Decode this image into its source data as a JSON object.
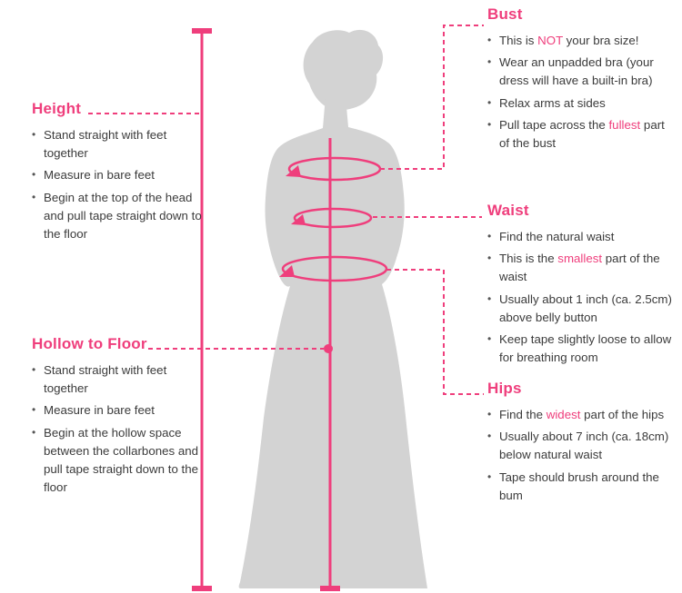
{
  "colors": {
    "accent": "#EF3E7C",
    "silhouette": "#D3D3D3",
    "text": "#3B3B3B",
    "bullet": "#555555"
  },
  "sections": {
    "height": {
      "title": "Height",
      "bullets": [
        [
          "Stand straight with feet together"
        ],
        [
          "Measure in bare feet"
        ],
        [
          "Begin at the top of the head and pull tape straight down to the floor"
        ]
      ]
    },
    "hollow": {
      "title": "Hollow to Floor",
      "bullets": [
        [
          "Stand straight with feet together"
        ],
        [
          "Measure in bare feet"
        ],
        [
          "Begin at the hollow space between the collarbones and pull tape straight down to the floor"
        ]
      ]
    },
    "bust": {
      "title": "Bust",
      "bullets": [
        [
          "This is ",
          {
            "text": "NOT",
            "hl": true
          },
          " your bra size!"
        ],
        [
          "Wear an unpadded bra (your dress will have a built-in bra)"
        ],
        [
          "Relax arms at sides"
        ],
        [
          "Pull tape across the ",
          {
            "text": "fullest",
            "hl": true
          },
          " part of the bust"
        ]
      ]
    },
    "waist": {
      "title": "Waist",
      "bullets": [
        [
          "Find the natural waist"
        ],
        [
          "This is the ",
          {
            "text": "smallest",
            "hl": true
          },
          " part of the waist"
        ],
        [
          "Usually about 1 inch (ca. 2.5cm) above belly button"
        ],
        [
          "Keep tape slightly loose to allow for breathing room"
        ]
      ]
    },
    "hips": {
      "title": "Hips",
      "bullets": [
        [
          "Find the ",
          {
            "text": "widest",
            "hl": true
          },
          " part of the hips"
        ],
        [
          "Usually about 7 inch (ca. 18cm) below natural waist"
        ],
        [
          "Tape should brush around the bum"
        ]
      ]
    }
  }
}
